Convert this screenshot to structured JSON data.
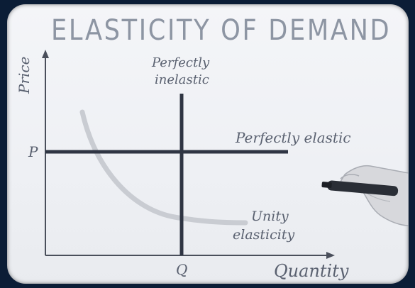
{
  "title": "Elasticity of Demand",
  "axes": {
    "y_label": "Price",
    "x_label": "Quantity",
    "price_tick": "P",
    "quantity_tick": "Q"
  },
  "labels": {
    "perfectly_inelastic_line1": "Perfectly",
    "perfectly_inelastic_line2": "inelastic",
    "perfectly_elastic": "Perfectly elastic",
    "unity_line1": "Unity",
    "unity_line2": "elasticity"
  },
  "colors": {
    "background": "#0b1d36",
    "board": "#f2f3f6",
    "title": "#8d95a3",
    "axis": "#4a4f5b",
    "line": "#2f3543",
    "curve": "#c9ccd2",
    "text": "#5a6170"
  }
}
